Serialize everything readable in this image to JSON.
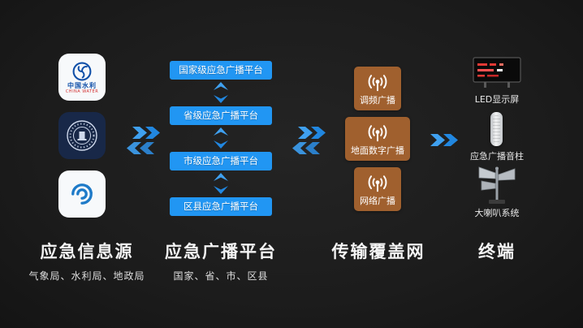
{
  "colors": {
    "background": "#1d1d1d",
    "platform_blue": "#2196f3",
    "tile_brown": "#a0602e",
    "arrow_blue_light": "#3fa0ef",
    "arrow_blue_dark": "#2187e0"
  },
  "sources": {
    "title": "应急信息源",
    "subtitle": "气象局、水利局、地政局",
    "icons": [
      {
        "name": "china-water-logo",
        "text": "中国水利",
        "subtext": "CHINA WATER"
      },
      {
        "name": "water-resources-seal-logo"
      },
      {
        "name": "cma-cloud-logo"
      }
    ]
  },
  "platforms": {
    "title": "应急广播平台",
    "subtitle": "国家、省、市、区县",
    "levels": [
      "国家级应急广播平台",
      "省级应急广播平台",
      "市级应急广播平台",
      "区县应急广播平台"
    ]
  },
  "network": {
    "title": "传输覆盖网",
    "channels": [
      {
        "label": "调频广播",
        "icon": "broadcast-antenna-icon"
      },
      {
        "label": "地面数字广播",
        "icon": "broadcast-antenna-icon"
      },
      {
        "label": "网络广播",
        "icon": "broadcast-antenna-icon"
      }
    ]
  },
  "terminals": {
    "title": "终端",
    "devices": [
      {
        "label": "LED显示屏",
        "icon": "led-screen-image"
      },
      {
        "label": "应急广播音柱",
        "icon": "speaker-column-image"
      },
      {
        "label": "大喇叭系统",
        "icon": "horn-speaker-image"
      }
    ]
  }
}
